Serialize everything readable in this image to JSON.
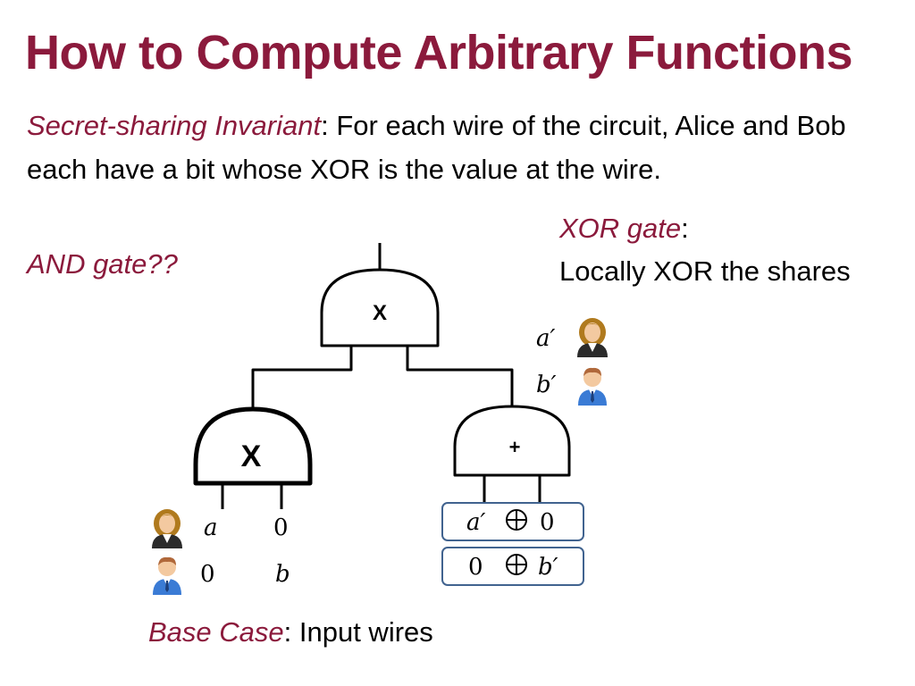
{
  "slide": {
    "title": "How to Compute Arbitrary Functions",
    "invariant_term": "Secret-sharing Invariant",
    "invariant_text": ": For each wire of the circuit, Alice and Bob each have a bit whose XOR is the value at the wire.",
    "and_gate_label": "AND gate??",
    "xor_gate_term": "XOR gate",
    "xor_gate_colon": ":",
    "xor_gate_text": "Locally XOR the shares",
    "base_case_term": "Base Case",
    "base_case_text": ": Input wires"
  },
  "circuit": {
    "top_gate_label": "X",
    "left_gate_label": "X",
    "right_gate_label": "+",
    "left_inputs": {
      "alice_a": "a",
      "alice_b": "0",
      "bob_a": "0",
      "bob_b": "b"
    },
    "right_shares": {
      "alice": "a′",
      "bob": "b′"
    },
    "share_box_top": {
      "left": "a′",
      "right": "0"
    },
    "share_box_bottom": {
      "left": "0",
      "right": "b′"
    }
  },
  "colors": {
    "accent": "#8b1a3c",
    "share_box_border": "#41638f",
    "alice_hair": "#b07a1e",
    "bob_shirt": "#3a7bd5"
  },
  "icons": [
    "alice-avatar-icon",
    "bob-avatar-icon",
    "xor-operator-icon"
  ]
}
